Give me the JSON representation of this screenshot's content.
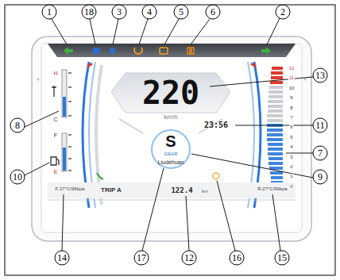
{
  "diagram": {
    "labels": [
      "1",
      "18",
      "3",
      "4",
      "5",
      "6",
      "2",
      "13",
      "8",
      "11",
      "7",
      "9",
      "10",
      "14",
      "17",
      "12",
      "16",
      "15",
      "220",
      "km/h",
      "23:56",
      "S",
      "GEAR",
      "Liudehuan",
      "TRIP A",
      "122.4",
      "km",
      "F:27°C/96kpa",
      "R:27°C/96kpa",
      "H",
      "C",
      "F",
      "E",
      "12",
      "11",
      "10",
      "9",
      "8",
      "7",
      "6",
      "5",
      "4",
      "3",
      "2",
      "1",
      "0"
    ]
  }
}
